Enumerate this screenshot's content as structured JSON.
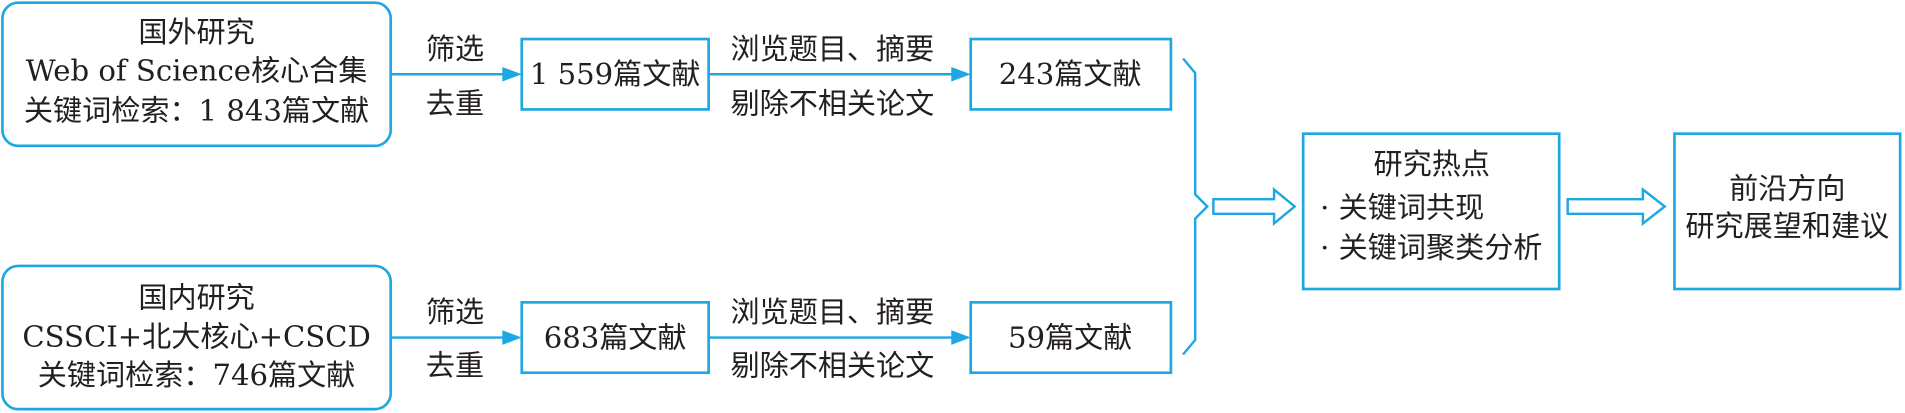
{
  "colors": {
    "accent": "#1ea7e1",
    "text": "#231f20"
  },
  "foreign": {
    "title": "国外研究",
    "source": "Web of Science核心合集",
    "search": "关键词检索：1 843篇文献",
    "step1_label_top": "筛选",
    "step1_label_bottom": "去重",
    "after_dedup": "1 559篇文献",
    "step2_label_top": "浏览题目、摘要",
    "step2_label_bottom": "剔除不相关论文",
    "final": "243篇文献"
  },
  "domestic": {
    "title": "国内研究",
    "source": "CSSCI+北大核心+CSCD",
    "search": "关键词检索：746篇文献",
    "step1_label_top": "筛选",
    "step1_label_bottom": "去重",
    "after_dedup": "683篇文献",
    "step2_label_top": "浏览题目、摘要",
    "step2_label_bottom": "剔除不相关论文",
    "final": "59篇文献"
  },
  "hotspots": {
    "title": "研究热点",
    "items": [
      "· 关键词共现",
      "· 关键词聚类分析"
    ]
  },
  "frontier": {
    "title": "前沿方向",
    "subtitle": "研究展望和建议"
  }
}
